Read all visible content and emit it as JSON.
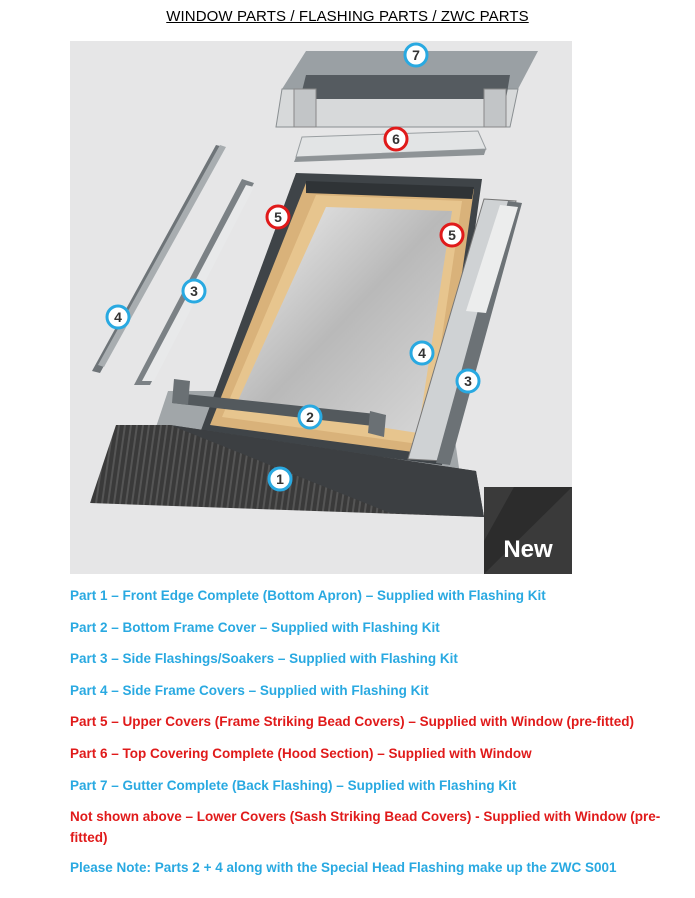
{
  "document": {
    "title": "WINDOW PARTS / FLASHING PARTS / ZWC PARTS"
  },
  "figure": {
    "badge_text": "New",
    "callouts": [
      {
        "label": "7",
        "color": "#29a9e1"
      },
      {
        "label": "6",
        "color": "#e01a1a"
      },
      {
        "label": "5",
        "color": "#e01a1a"
      },
      {
        "label": "5",
        "color": "#e01a1a"
      },
      {
        "label": "3",
        "color": "#29a9e1"
      },
      {
        "label": "4",
        "color": "#29a9e1"
      },
      {
        "label": "4",
        "color": "#29a9e1"
      },
      {
        "label": "3",
        "color": "#29a9e1"
      },
      {
        "label": "2",
        "color": "#29a9e1"
      },
      {
        "label": "1",
        "color": "#29a9e1"
      }
    ]
  },
  "parts": [
    {
      "text": "Part 1 – Front Edge Complete (Bottom Apron) – Supplied with Flashing Kit",
      "color": "blue"
    },
    {
      "text": "Part 2 – Bottom Frame Cover – Supplied with Flashing Kit",
      "color": "blue"
    },
    {
      "text": "Part 3 – Side Flashings/Soakers – Supplied with Flashing Kit",
      "color": "blue"
    },
    {
      "text": "Part 4 – Side Frame Covers – Supplied with Flashing Kit",
      "color": "blue"
    },
    {
      "text": "Part 5 – Upper Covers (Frame Striking Bead Covers) – Supplied with Window (pre-fitted)",
      "color": "red"
    },
    {
      "text": "Part 6 – Top Covering Complete (Hood Section) – Supplied with Window",
      "color": "red"
    },
    {
      "text": "Part 7 – Gutter Complete (Back Flashing) – Supplied with Flashing Kit",
      "color": "blue"
    },
    {
      "text": "Not shown above – Lower Covers (Sash Striking Bead Covers)  - Supplied with Window (pre-fitted)",
      "color": "red"
    },
    {
      "text": "Please Note: Parts 2 + 4 along with the Special Head Flashing make up the ZWC S001",
      "color": "blue"
    }
  ]
}
